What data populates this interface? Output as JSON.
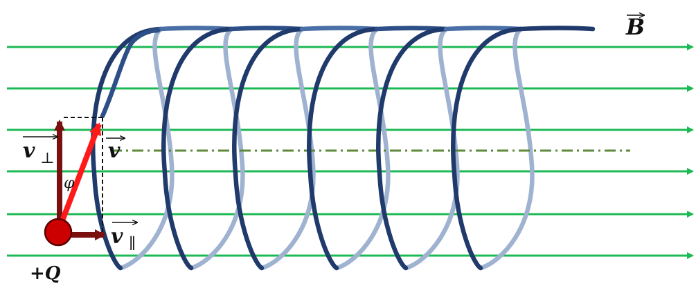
{
  "labels": {
    "field": "B",
    "charge": "+Q",
    "velocity": "v",
    "v_perp": "v",
    "perp_symbol": "⊥",
    "v_par": "v",
    "par_symbol": "∥",
    "angle": "φ"
  },
  "colors": {
    "field_lines": "#1db954",
    "helix_front": "#1f3a6b",
    "helix_back": "#9fb2d0",
    "axis_line": "#5c8a3a",
    "velocity": "#ff1a1a",
    "components": "#7a1010",
    "charge": "#cc0000"
  }
}
